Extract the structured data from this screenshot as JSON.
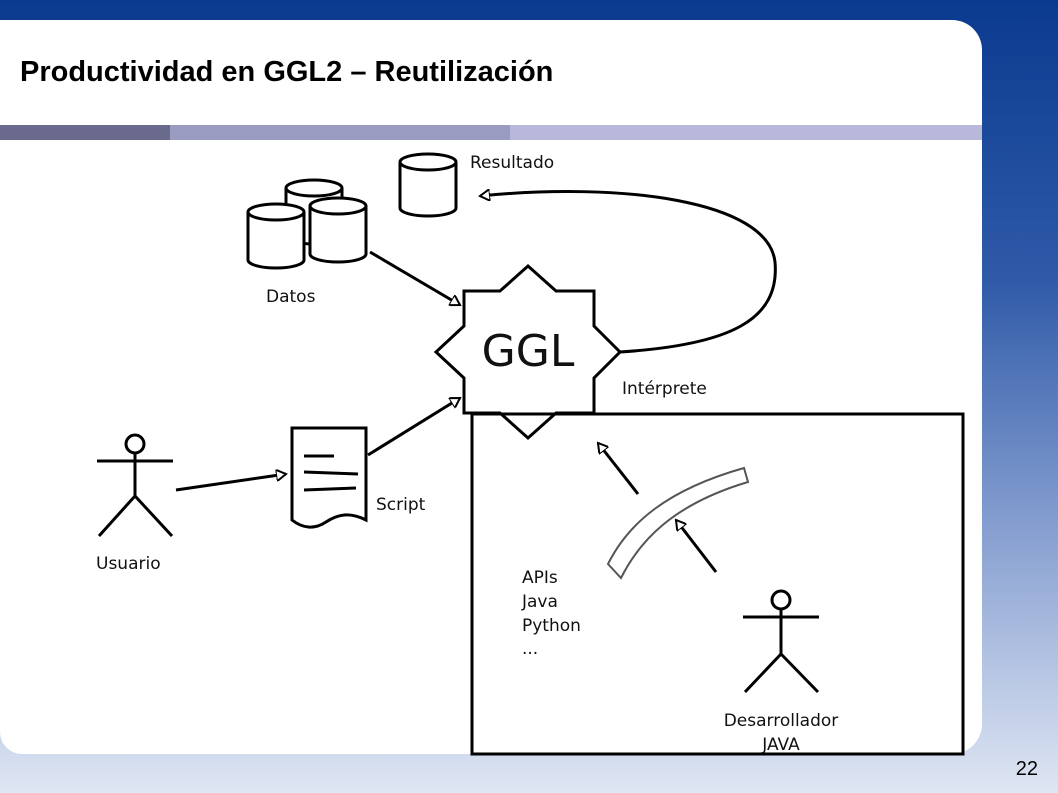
{
  "slide": {
    "title": "Productividad en GGL2 – Reutilización",
    "page_number": "22"
  },
  "colors": {
    "bar_1": "#6a6b8c",
    "bar_2": "#9a9bc0",
    "bar_3": "#b8b9da"
  },
  "diagram": {
    "resultado_label": "Resultado",
    "datos_label": "Datos",
    "ggl_label": "GGL",
    "interprete_label": "Intérprete",
    "script_label": "Script",
    "usuario_label": "Usuario",
    "apis_lines": [
      "APIs",
      "Java",
      "Python",
      "..."
    ],
    "desarrollador_lines": [
      "Desarrollador",
      "JAVA"
    ]
  }
}
